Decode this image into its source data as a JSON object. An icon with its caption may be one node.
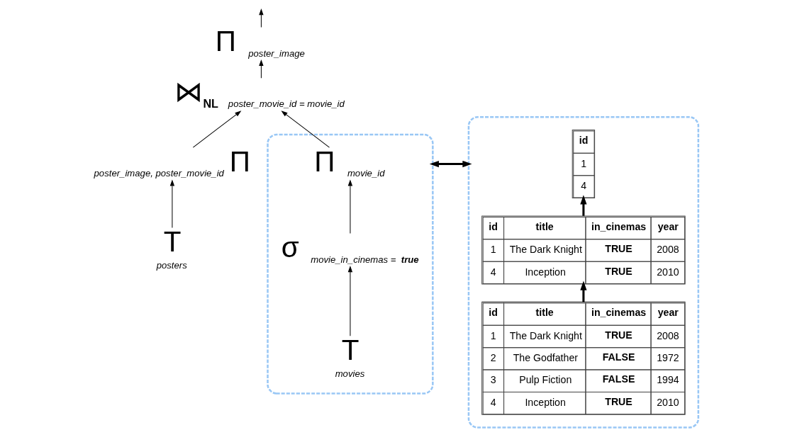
{
  "diagram": {
    "nodes": [
      {
        "text": [
          "Π"
        ],
        "beside": [
          "poster_image"
        ]
      },
      {
        "text": [
          "⋈$_{NL}$"
        ],
        "beside": [
          "poster_movie_id = movie_id"
        ]
      },
      {
        "text": [
          "Π"
        ],
        "beside": [
          "poster_image, poster_movie_id"
        ]
      },
      {
        "text": [
          "T"
        ],
        "beside": [
          "posters"
        ]
      },
      {
        "text": [],
        "shape": "box"
      },
      {
        "text": [
          "Π"
        ],
        "beside": [
          "movie_id"
        ],
        "in": 4
      },
      {
        "text": [
          "σ"
        ],
        "beside": [
          "movie_in_cinemas = **true**"
        ],
        "in": 4
      },
      {
        "text": [
          "T"
        ],
        "beside": [
          "movies"
        ],
        "in": 4
      },
      {
        "text": [],
        "shape": "box"
      },
      {
        "text": [
          "id",
          "1",
          "4"
        ],
        "in": 8
      },
      {
        "text": [
          "id",
          "title",
          "in_cinemas",
          "year",
          "1",
          "The Dark Knight",
          "TRUE",
          "2008",
          "4",
          "Inception",
          "TRUE",
          "2010"
        ],
        "in": 8
      },
      {
        "text": [
          "id",
          "title",
          "in_cinemas",
          "year",
          "1",
          "The Dark Knight",
          "TRUE",
          "2008",
          "2",
          "The Godfather",
          "FALSE",
          "1972",
          "3",
          "Pulp Fiction",
          "FALSE",
          "1994",
          "4",
          "Inception",
          "TRUE",
          "2010"
        ],
        "in": 8
      }
    ],
    "edges": [
      {
        "from": 0,
        "to": null,
        "arrow": "to"
      },
      {
        "from": 1,
        "to": 0,
        "arrow": "to"
      },
      {
        "from": 2,
        "to": 1,
        "arrow": "to"
      },
      {
        "from": 5,
        "to": 1,
        "arrow": "to"
      },
      {
        "from": 3,
        "to": 2,
        "arrow": "to"
      },
      {
        "from": 6,
        "to": 5,
        "arrow": "to"
      },
      {
        "from": 7,
        "to": 6,
        "arrow": "to"
      },
      {
        "from": 4,
        "to": 8,
        "arrow": "both",
        "style": "thick"
      },
      {
        "from": 11,
        "to": 10,
        "arrow": "to",
        "style": "thick"
      },
      {
        "from": 10,
        "to": 9,
        "arrow": "to",
        "style": "thick"
      }
    ]
  }
}
